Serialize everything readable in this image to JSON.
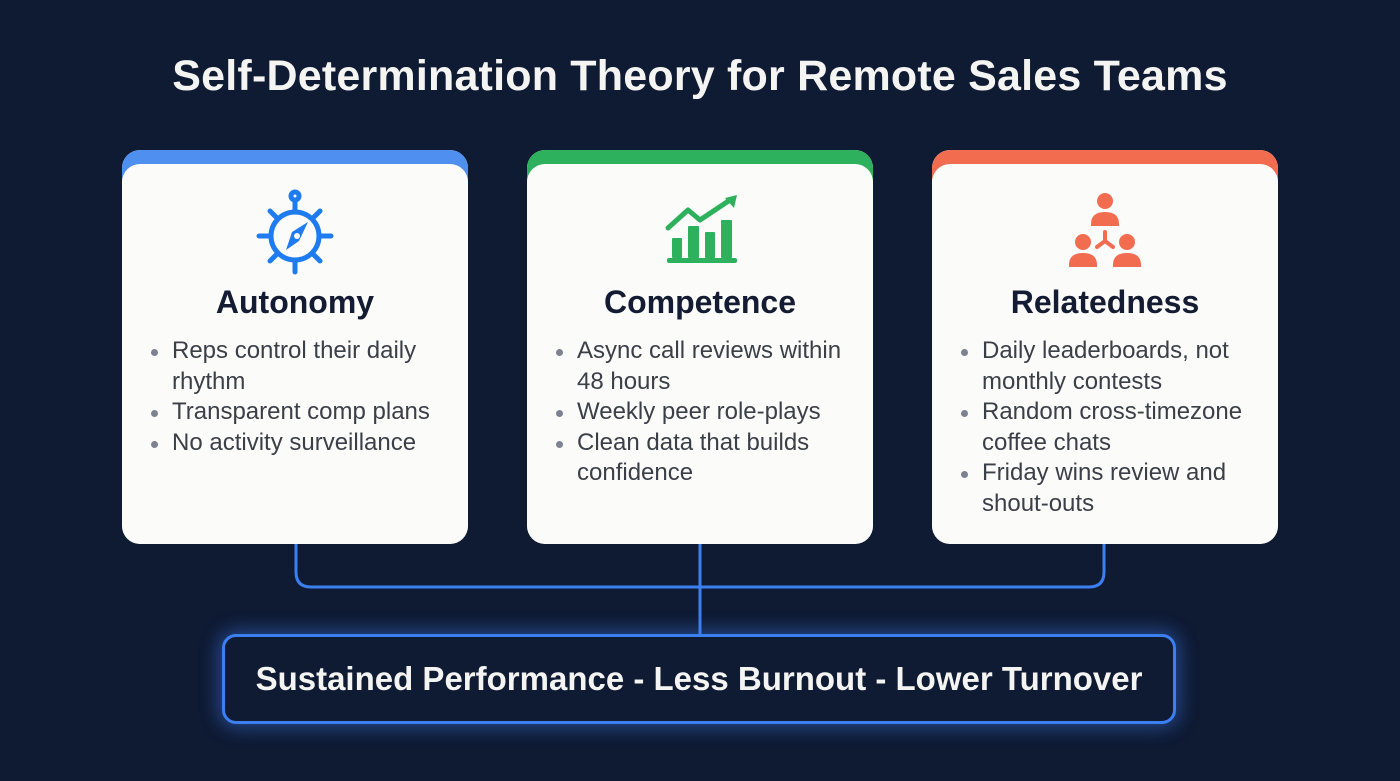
{
  "title": "Self-Determination Theory for Remote Sales Teams",
  "colors": {
    "background": "#0f1a33",
    "autonomy": "#4f8ff0",
    "competence": "#2eb15c",
    "relatedness": "#f26d4f",
    "connector": "#3c7ff0"
  },
  "cards": [
    {
      "heading": "Autonomy",
      "icon": "compass-wheel-icon",
      "bullets": [
        "Reps control their daily rhythm",
        "Transparent comp plans",
        "No activity surveillance"
      ]
    },
    {
      "heading": "Competence",
      "icon": "growth-chart-icon",
      "bullets": [
        "Async call reviews within 48 hours",
        "Weekly peer role-plays",
        "Clean data that builds confidence"
      ]
    },
    {
      "heading": "Relatedness",
      "icon": "team-network-icon",
      "bullets": [
        "Daily leaderboards, not monthly contests",
        "Random cross-timezone coffee chats",
        "Friday wins review and shout-outs"
      ]
    }
  ],
  "outcome": "Sustained Performance - Less Burnout - Lower Turnover"
}
